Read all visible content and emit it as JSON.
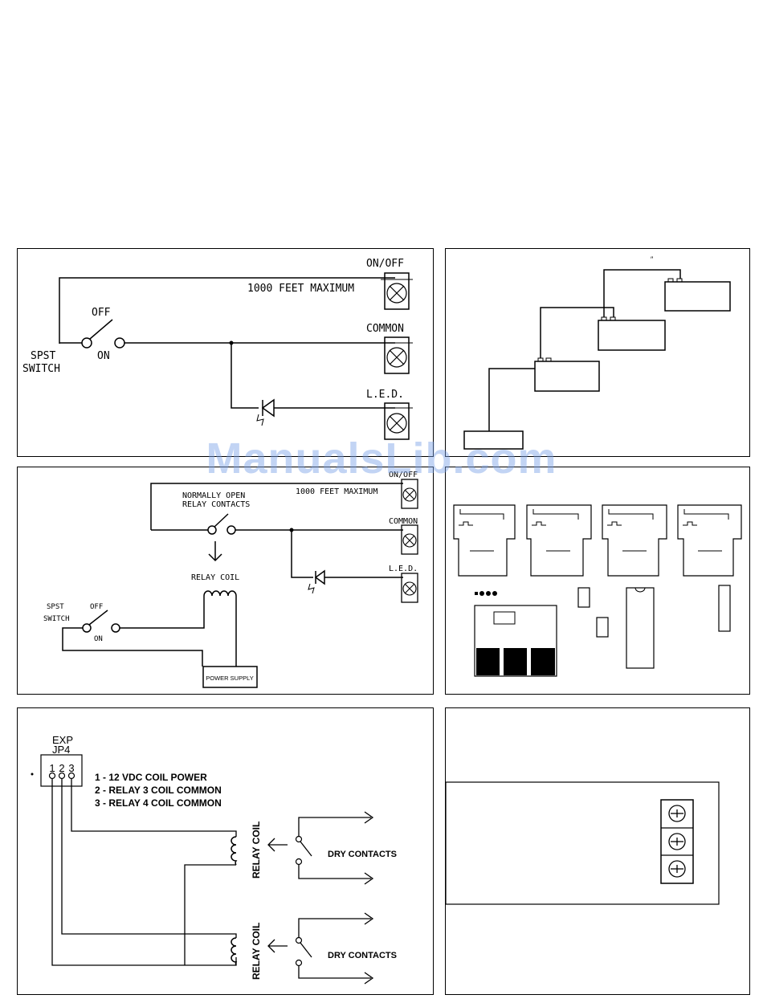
{
  "colors": {
    "line": "#000000",
    "watermark": "#7aa0e6"
  },
  "watermark": "ManualsLib.com",
  "panel1": {
    "on_off": "ON/OFF",
    "distance": "1000 FEET MAXIMUM",
    "common": "COMMON",
    "led": "L.E.D.",
    "off": "OFF",
    "on": "ON",
    "spst_line1": "SPST",
    "spst_line2": "SWITCH"
  },
  "panel2": {
    "mark": "″"
  },
  "panel3": {
    "on_off": "ON/OFF",
    "distance": "1000 FEET MAXIMUM",
    "relay_contacts_line1": "NORMALLY OPEN",
    "relay_contacts_line2": "RELAY CONTACTS",
    "common": "COMMON",
    "led": "L.E.D.",
    "relay_coil": "RELAY COIL",
    "spst_line1": "SPST",
    "spst_line2": "SWITCH",
    "off": "OFF",
    "on": "ON",
    "power_supply": "POWER SUPPLY"
  },
  "panel5": {
    "header_line1": "EXP",
    "header_line2": "JP4",
    "pins": [
      "1",
      "2",
      "3"
    ],
    "legend": [
      "1 - 12 VDC COIL POWER",
      "2 - RELAY 3 COIL COMMON",
      "3 - RELAY 4 COIL COMMON"
    ],
    "relay_coil": "RELAY COIL",
    "dry_contacts": "DRY CONTACTS"
  }
}
